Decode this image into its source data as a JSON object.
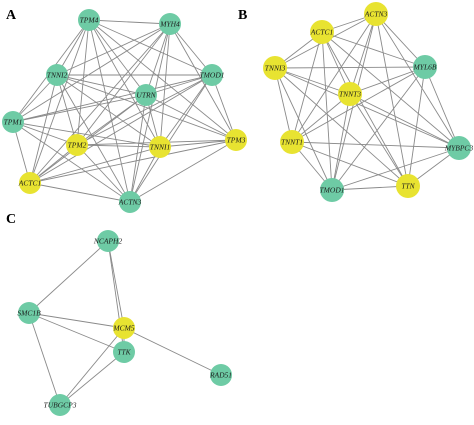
{
  "colors": {
    "hub": "#e8e331",
    "member": "#6ecba5",
    "edge": "#8a8a8a",
    "background": "#ffffff"
  },
  "panels": [
    {
      "id": "A",
      "letter": "A",
      "nodes": [
        {
          "id": "TPM4",
          "label": "TPM4",
          "type": "member"
        },
        {
          "id": "MYH4",
          "label": "MYH4",
          "type": "member"
        },
        {
          "id": "TNNI2",
          "label": "TNNI2",
          "type": "member"
        },
        {
          "id": "TMOD1",
          "label": "TMOD1",
          "type": "member"
        },
        {
          "id": "UTRN",
          "label": "UTRN",
          "type": "member"
        },
        {
          "id": "TPM1",
          "label": "TPM1",
          "type": "member"
        },
        {
          "id": "TPM2",
          "label": "TPM2",
          "type": "hub"
        },
        {
          "id": "TNNI1",
          "label": "TNNI1",
          "type": "hub"
        },
        {
          "id": "TPM3",
          "label": "TPM3",
          "type": "hub"
        },
        {
          "id": "ACTC1",
          "label": "ACTC1",
          "type": "hub"
        },
        {
          "id": "ACTN3",
          "label": "ACTN3",
          "type": "member"
        }
      ],
      "edges": [
        [
          "TPM4",
          "MYH4"
        ],
        [
          "TPM4",
          "TNNI2"
        ],
        [
          "TPM4",
          "TMOD1"
        ],
        [
          "TPM4",
          "UTRN"
        ],
        [
          "TPM4",
          "TPM1"
        ],
        [
          "TPM4",
          "TPM2"
        ],
        [
          "TPM4",
          "TNNI1"
        ],
        [
          "TPM4",
          "TPM3"
        ],
        [
          "TPM4",
          "ACTC1"
        ],
        [
          "TPM4",
          "ACTN3"
        ],
        [
          "MYH4",
          "TNNI2"
        ],
        [
          "MYH4",
          "TMOD1"
        ],
        [
          "MYH4",
          "UTRN"
        ],
        [
          "MYH4",
          "TPM1"
        ],
        [
          "MYH4",
          "TPM2"
        ],
        [
          "MYH4",
          "TNNI1"
        ],
        [
          "MYH4",
          "TPM3"
        ],
        [
          "MYH4",
          "ACTC1"
        ],
        [
          "MYH4",
          "ACTN3"
        ],
        [
          "TNNI2",
          "TMOD1"
        ],
        [
          "TNNI2",
          "UTRN"
        ],
        [
          "TNNI2",
          "TPM1"
        ],
        [
          "TNNI2",
          "TPM2"
        ],
        [
          "TNNI2",
          "TNNI1"
        ],
        [
          "TNNI2",
          "TPM3"
        ],
        [
          "TNNI2",
          "ACTC1"
        ],
        [
          "TNNI2",
          "ACTN3"
        ],
        [
          "TMOD1",
          "UTRN"
        ],
        [
          "TMOD1",
          "TPM1"
        ],
        [
          "TMOD1",
          "TPM2"
        ],
        [
          "TMOD1",
          "TNNI1"
        ],
        [
          "TMOD1",
          "TPM3"
        ],
        [
          "TMOD1",
          "ACTC1"
        ],
        [
          "TMOD1",
          "ACTN3"
        ],
        [
          "UTRN",
          "TPM1"
        ],
        [
          "UTRN",
          "TPM2"
        ],
        [
          "UTRN",
          "TNNI1"
        ],
        [
          "UTRN",
          "TPM3"
        ],
        [
          "UTRN",
          "ACTC1"
        ],
        [
          "UTRN",
          "ACTN3"
        ],
        [
          "TPM1",
          "TPM2"
        ],
        [
          "TPM1",
          "TNNI1"
        ],
        [
          "TPM1",
          "ACTC1"
        ],
        [
          "TPM1",
          "ACTN3"
        ],
        [
          "TPM2",
          "TNNI1"
        ],
        [
          "TPM2",
          "TPM3"
        ],
        [
          "TPM2",
          "ACTC1"
        ],
        [
          "TPM2",
          "ACTN3"
        ],
        [
          "TNNI1",
          "TPM3"
        ],
        [
          "TNNI1",
          "ACTC1"
        ],
        [
          "TNNI1",
          "ACTN3"
        ],
        [
          "TPM3",
          "ACTC1"
        ],
        [
          "TPM3",
          "ACTN3"
        ],
        [
          "ACTC1",
          "ACTN3"
        ]
      ]
    },
    {
      "id": "B",
      "letter": "B",
      "nodes": [
        {
          "id": "ACTN3",
          "label": "ACTN3",
          "type": "hub"
        },
        {
          "id": "ACTC1",
          "label": "ACTC1",
          "type": "hub"
        },
        {
          "id": "TNNI3",
          "label": "TNNI3",
          "type": "hub"
        },
        {
          "id": "MYL6B",
          "label": "MYL6B",
          "type": "member"
        },
        {
          "id": "TNNT3",
          "label": "TNNT3",
          "type": "hub"
        },
        {
          "id": "TNNT1",
          "label": "TNNT1",
          "type": "hub"
        },
        {
          "id": "MYBPC3",
          "label": "MYBPC3",
          "type": "member"
        },
        {
          "id": "TMOD1",
          "label": "TMOD1",
          "type": "member"
        },
        {
          "id": "TTN",
          "label": "TTN",
          "type": "hub"
        }
      ],
      "edges": [
        [
          "ACTN3",
          "ACTC1"
        ],
        [
          "ACTN3",
          "TNNI3"
        ],
        [
          "ACTN3",
          "MYL6B"
        ],
        [
          "ACTN3",
          "TNNT3"
        ],
        [
          "ACTN3",
          "TNNT1"
        ],
        [
          "ACTN3",
          "MYBPC3"
        ],
        [
          "ACTN3",
          "TMOD1"
        ],
        [
          "ACTN3",
          "TTN"
        ],
        [
          "ACTC1",
          "TNNI3"
        ],
        [
          "ACTC1",
          "MYL6B"
        ],
        [
          "ACTC1",
          "TNNT3"
        ],
        [
          "ACTC1",
          "TNNT1"
        ],
        [
          "ACTC1",
          "MYBPC3"
        ],
        [
          "ACTC1",
          "TMOD1"
        ],
        [
          "ACTC1",
          "TTN"
        ],
        [
          "TNNI3",
          "MYL6B"
        ],
        [
          "TNNI3",
          "TNNT3"
        ],
        [
          "TNNI3",
          "TNNT1"
        ],
        [
          "TNNI3",
          "MYBPC3"
        ],
        [
          "TNNI3",
          "TMOD1"
        ],
        [
          "TNNI3",
          "TTN"
        ],
        [
          "MYL6B",
          "TNNT3"
        ],
        [
          "MYL6B",
          "TNNT1"
        ],
        [
          "MYL6B",
          "MYBPC3"
        ],
        [
          "MYL6B",
          "TMOD1"
        ],
        [
          "MYL6B",
          "TTN"
        ],
        [
          "TNNT3",
          "TNNT1"
        ],
        [
          "TNNT3",
          "MYBPC3"
        ],
        [
          "TNNT3",
          "TMOD1"
        ],
        [
          "TNNT3",
          "TTN"
        ],
        [
          "TNNT1",
          "MYBPC3"
        ],
        [
          "TNNT1",
          "TMOD1"
        ],
        [
          "TNNT1",
          "TTN"
        ],
        [
          "MYBPC3",
          "TMOD1"
        ],
        [
          "MYBPC3",
          "TTN"
        ],
        [
          "TMOD1",
          "TTN"
        ]
      ]
    },
    {
      "id": "C",
      "letter": "C",
      "nodes": [
        {
          "id": "NCAPH2",
          "label": "NCAPH2",
          "type": "member"
        },
        {
          "id": "SMC1B",
          "label": "SMC1B",
          "type": "member"
        },
        {
          "id": "MCM5",
          "label": "MCM5",
          "type": "hub"
        },
        {
          "id": "TTK",
          "label": "TTK",
          "type": "member"
        },
        {
          "id": "RAD51",
          "label": "RAD51",
          "type": "member"
        },
        {
          "id": "TUBGCP3",
          "label": "TUBGCP3",
          "type": "member"
        }
      ],
      "edges": [
        [
          "NCAPH2",
          "SMC1B"
        ],
        [
          "NCAPH2",
          "MCM5"
        ],
        [
          "NCAPH2",
          "TTK"
        ],
        [
          "SMC1B",
          "MCM5"
        ],
        [
          "SMC1B",
          "TTK"
        ],
        [
          "SMC1B",
          "TUBGCP3"
        ],
        [
          "MCM5",
          "TTK"
        ],
        [
          "MCM5",
          "RAD51"
        ],
        [
          "MCM5",
          "TUBGCP3"
        ],
        [
          "TTK",
          "TUBGCP3"
        ]
      ]
    }
  ]
}
